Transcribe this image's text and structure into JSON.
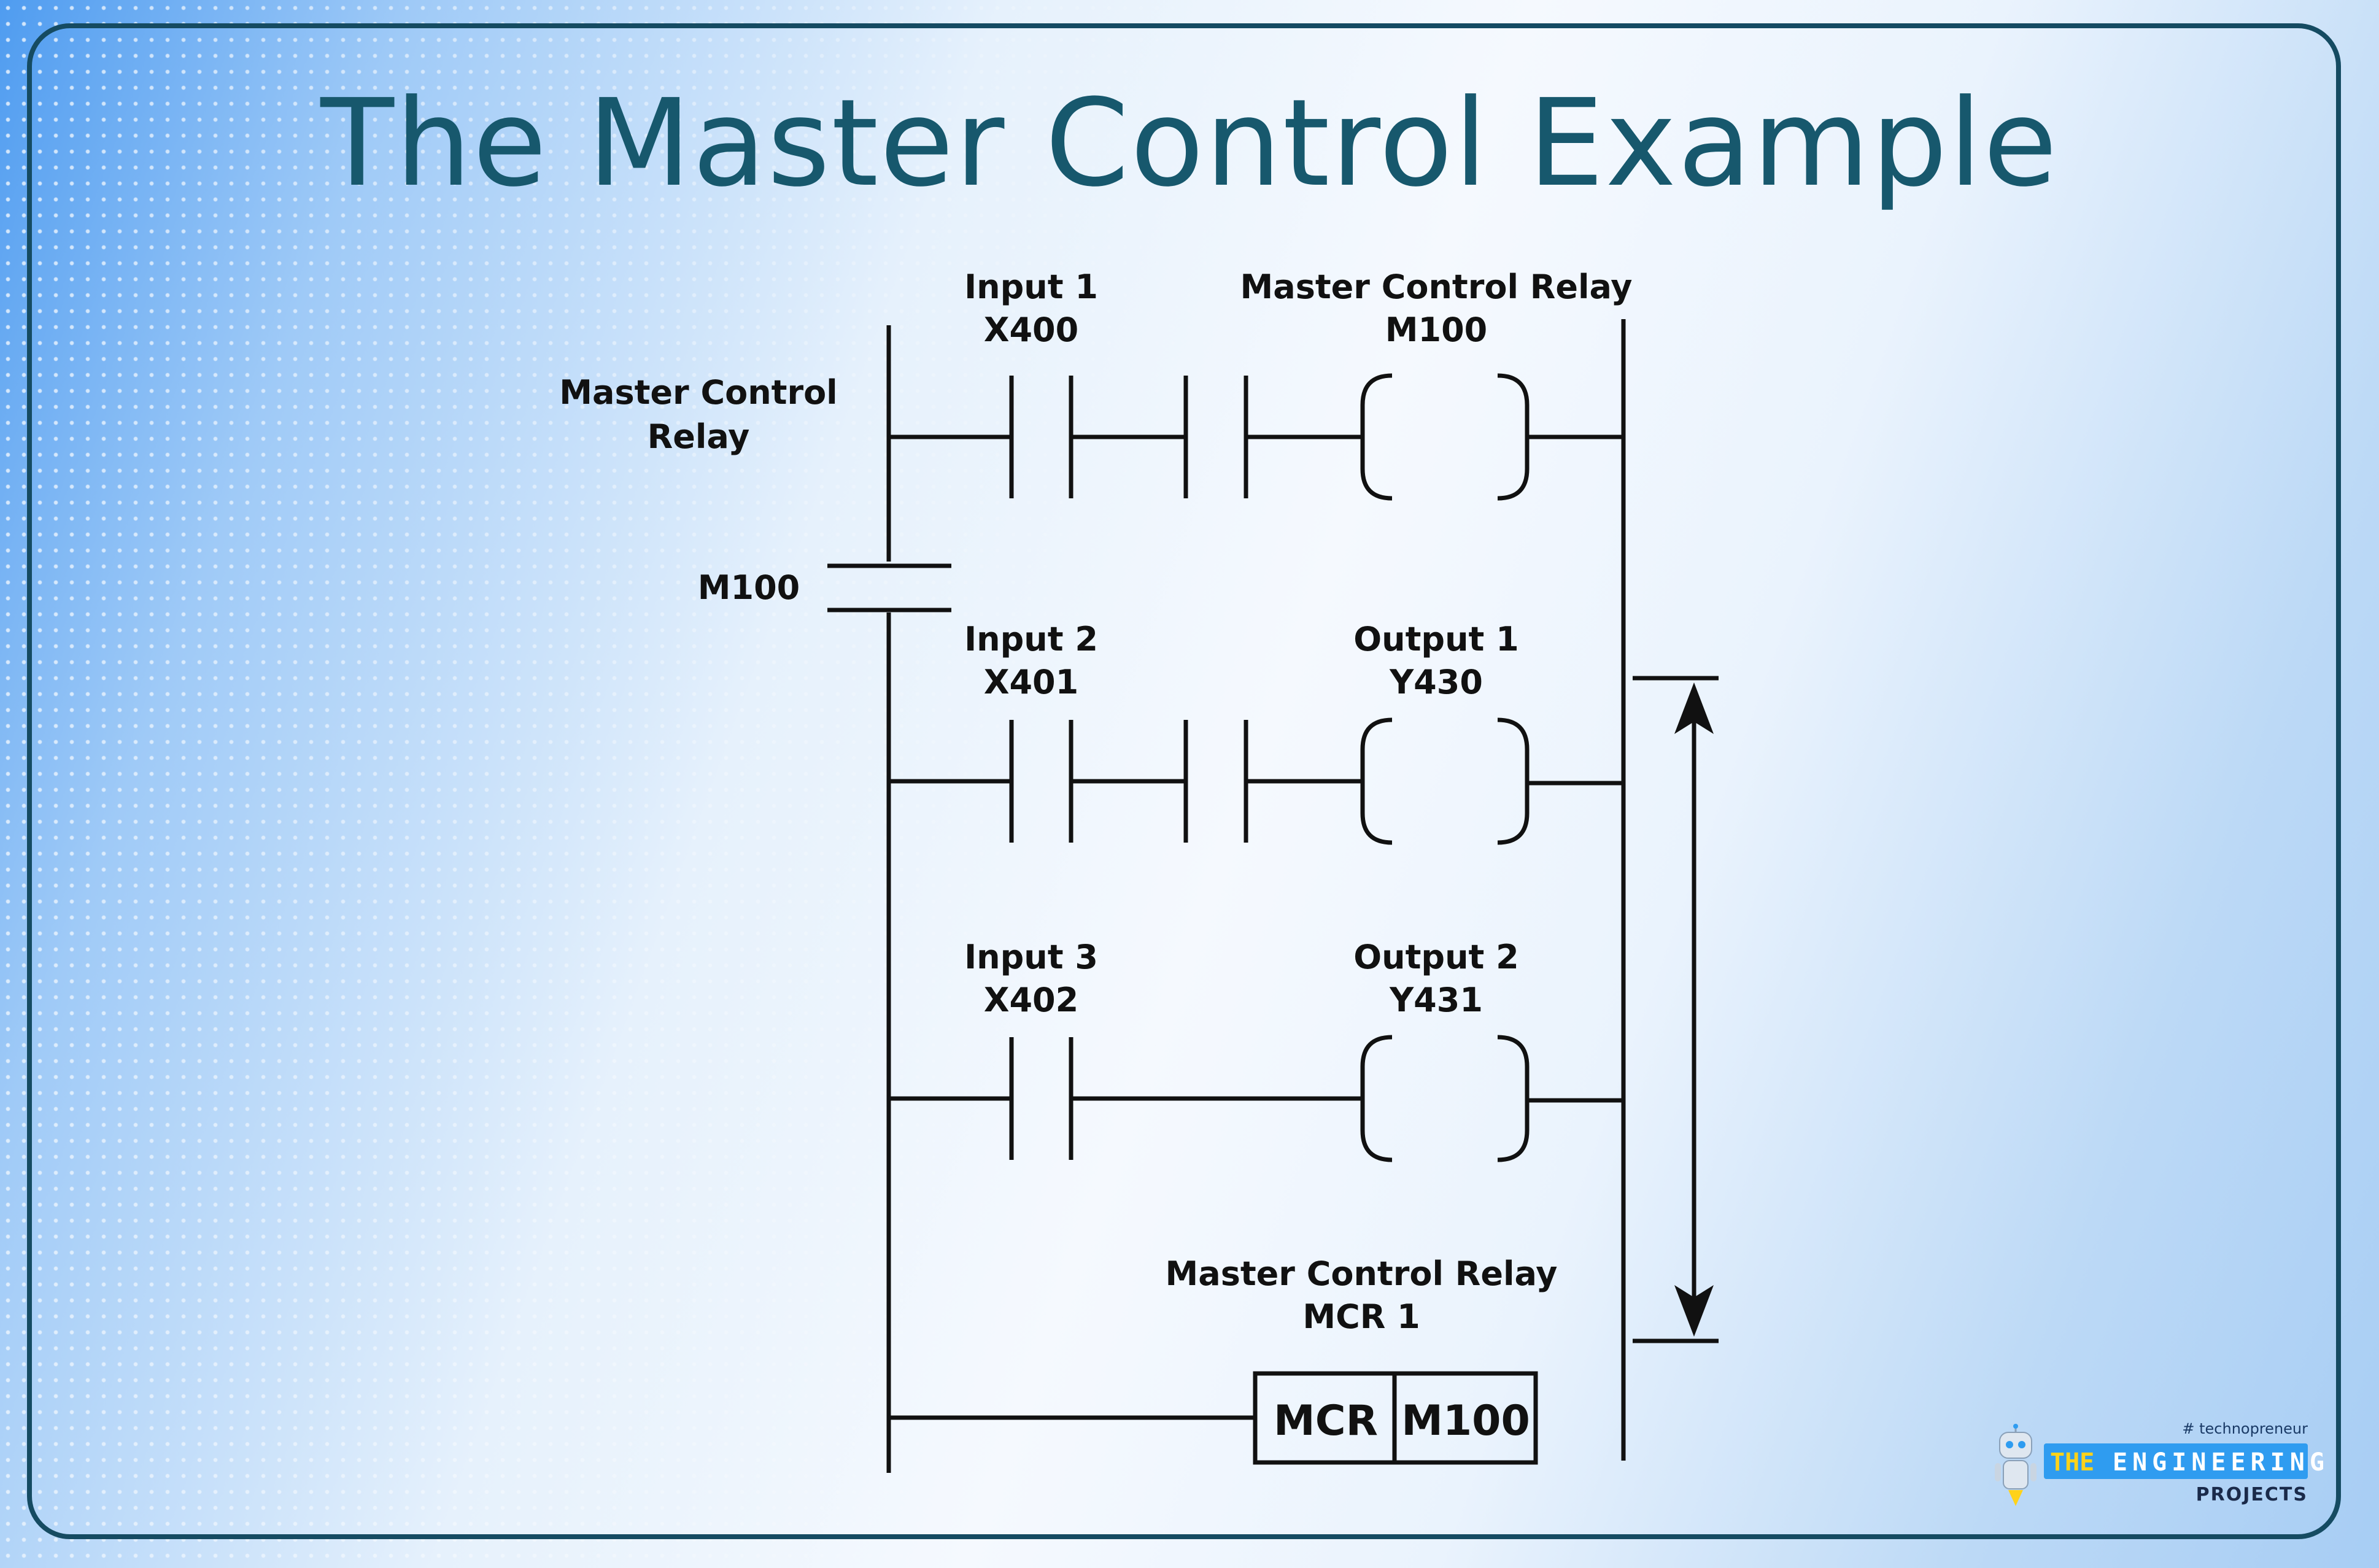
{
  "title": "The Master Control Example",
  "labels": {
    "mcr_left_line1": "Master Control",
    "mcr_left_line2": "Relay",
    "m100_contact": "M100",
    "input1_name": "Input 1",
    "input1_addr": "X400",
    "mcr_coil_name": "Master Control Relay",
    "mcr_coil_addr": "M100",
    "input2_name": "Input 2",
    "input2_addr": "X401",
    "output1_name": "Output 1",
    "output1_addr": "Y430",
    "input3_name": "Input 3",
    "input3_addr": "X402",
    "output2_name": "Output 2",
    "output2_addr": "Y431",
    "mcr_end_name": "Master Control Relay",
    "mcr_end_addr": "MCR 1"
  },
  "mcr_block": {
    "left": "MCR",
    "right": "M100"
  },
  "logo": {
    "tag": "# technopreneur",
    "the": "THE",
    "engineering": "ENGINEERING",
    "projects": "PROJECTS",
    "robot": "robot-mascot-icon"
  },
  "colors": {
    "title": "#17586d",
    "frame": "#154b62",
    "lines": "#111111",
    "logo_bar": "#2f9cf0",
    "logo_the": "#ffd21a"
  }
}
